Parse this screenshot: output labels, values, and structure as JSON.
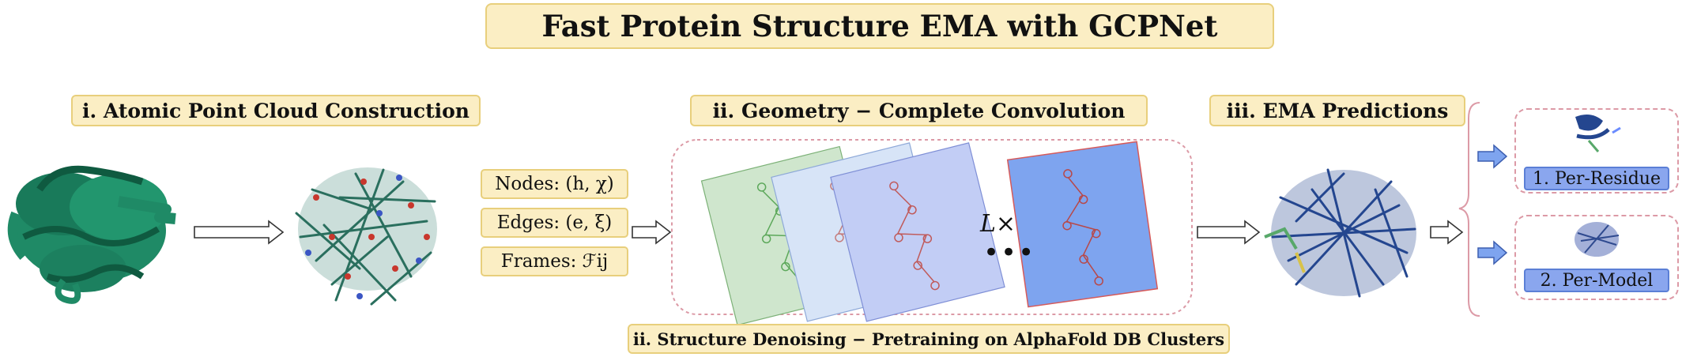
{
  "title": "Fast Protein Structure EMA with GCPNet",
  "steps": {
    "construction": "i.  Atomic Point Cloud Construction",
    "convolution": "ii.  Geometry − Complete Convolution",
    "predictions": "iii.  EMA Predictions"
  },
  "pretraining": "ii.  Structure Denoising − Pretraining on AlphaFold DB Clusters",
  "features": {
    "nodes": "Nodes: (h, χ)",
    "edges": "Edges: (e, ξ)",
    "frames": "Frames: ℱij"
  },
  "layers": {
    "repeat": "L×",
    "ellipsis": "•••"
  },
  "outputs": {
    "per_residue": "1. Per-Residue",
    "per_model": "2. Per-Model"
  },
  "colors": {
    "tag_fill": "#fbeec4",
    "tag_border": "#e8cf7c",
    "protein_green": "#1f8a66",
    "protein_blue": "#24468f",
    "layer_green": "#cfe6cd",
    "layer_blue_light": "#d7e4f7",
    "layer_blue_mid": "#c2cdf5",
    "layer_blue_dark": "#7ea4ef",
    "dashed_border": "#dc9aa6"
  }
}
